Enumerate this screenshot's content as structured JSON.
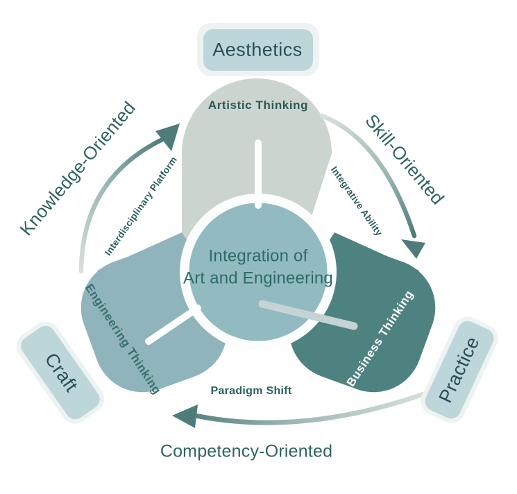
{
  "center": {
    "line1": "Integration of",
    "line2": "Art and Engineering"
  },
  "lobes": [
    {
      "label": "Artistic Thinking"
    },
    {
      "label": "Engineering Thinking"
    },
    {
      "label": "Business Thinking"
    }
  ],
  "outer_boxes": [
    {
      "label": "Aesthetics"
    },
    {
      "label": "Craft"
    },
    {
      "label": "Practice"
    }
  ],
  "orbit_labels": [
    {
      "label": "Knowledge-Oriented"
    },
    {
      "label": "Skill-Oriented"
    },
    {
      "label": "Competency-Oriented"
    }
  ],
  "bridge_labels": [
    {
      "label": "Interdisciplinary Platform"
    },
    {
      "label": "Integrative Ability"
    },
    {
      "label": "Paradigm Shift"
    }
  ],
  "colors": {
    "artistic_lobe": "#cbd4ce",
    "engineering_lobe": "#8fb4bb",
    "business_lobe": "#4d8280",
    "center_circle": "#91bbc1",
    "ring": "#fcfdfd",
    "label_box": "#bdd6d9",
    "label_halo": "#edf3f2",
    "spoke_light": "#c5d3d5",
    "spoke_white": "#ffffff",
    "arrow_dark": "#4d7c79",
    "arrow_mid": "#9db8b4",
    "arrow_light": "#d7e0dc",
    "heading_text": "#2e6361",
    "box_text": "#294d54"
  }
}
